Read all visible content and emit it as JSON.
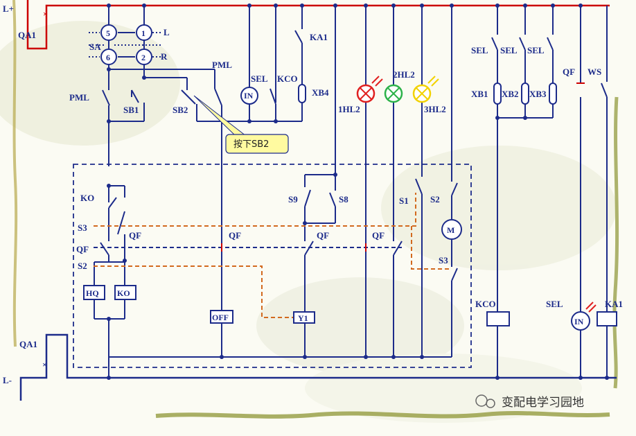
{
  "bus": {
    "positive": "L+",
    "negative": "L-"
  },
  "breakers": {
    "top": "QA1",
    "bottom": "QA1"
  },
  "switch_sa": {
    "name": "SA",
    "contact_5": "5",
    "contact_1": "1",
    "contact_6": "6",
    "contact_2": "2",
    "side_l": "L",
    "side_r": "R"
  },
  "manual_buttons": {
    "pml_left": "PML",
    "pml_right": "PML",
    "sb1": "SB1",
    "sb2": "SB2"
  },
  "callout": {
    "text": "按下SB2"
  },
  "top_devices": {
    "sel": "SEL",
    "kco": "KCO",
    "ka1": "KA1",
    "xb4": "XB4",
    "in_meter": "IN"
  },
  "lamps": {
    "red": "1HL2",
    "green": "2HL2",
    "yellow": "3HL2"
  },
  "breaker_unit": {
    "ko": "KO",
    "s3": "S3",
    "qf_a": "QF",
    "qf_b": "QF",
    "qf_c": "QF",
    "qf_d": "QF",
    "qf_e": "QF",
    "s2": "S2",
    "hq": "HQ",
    "ko_coil": "KO",
    "off": "OFF",
    "y1": "Y1",
    "s9": "S9",
    "s8": "S8",
    "s1": "S1",
    "s2_motor": "S2",
    "s3_motor": "S3",
    "motor": "M"
  },
  "right_side": {
    "sel1": "SEL",
    "sel2": "SEL",
    "sel3": "SEL",
    "xb1": "XB1",
    "xb2": "XB2",
    "xb3": "XB3",
    "qf": "QF",
    "ws": "WS",
    "kco_coil": "KCO",
    "sel_meter": "SEL",
    "in_meter": "IN",
    "ka1_coil": "KA1"
  },
  "watermark": {
    "text": "变配电学习园地"
  },
  "colors": {
    "bus_positive": "#cc0000",
    "wire": "#1c2b8a",
    "orange_link": "#d2691e",
    "lamp_red": "#e02020",
    "lamp_green": "#2db24a",
    "lamp_yellow": "#f2d200",
    "callout_fill": "#fffaa0"
  }
}
